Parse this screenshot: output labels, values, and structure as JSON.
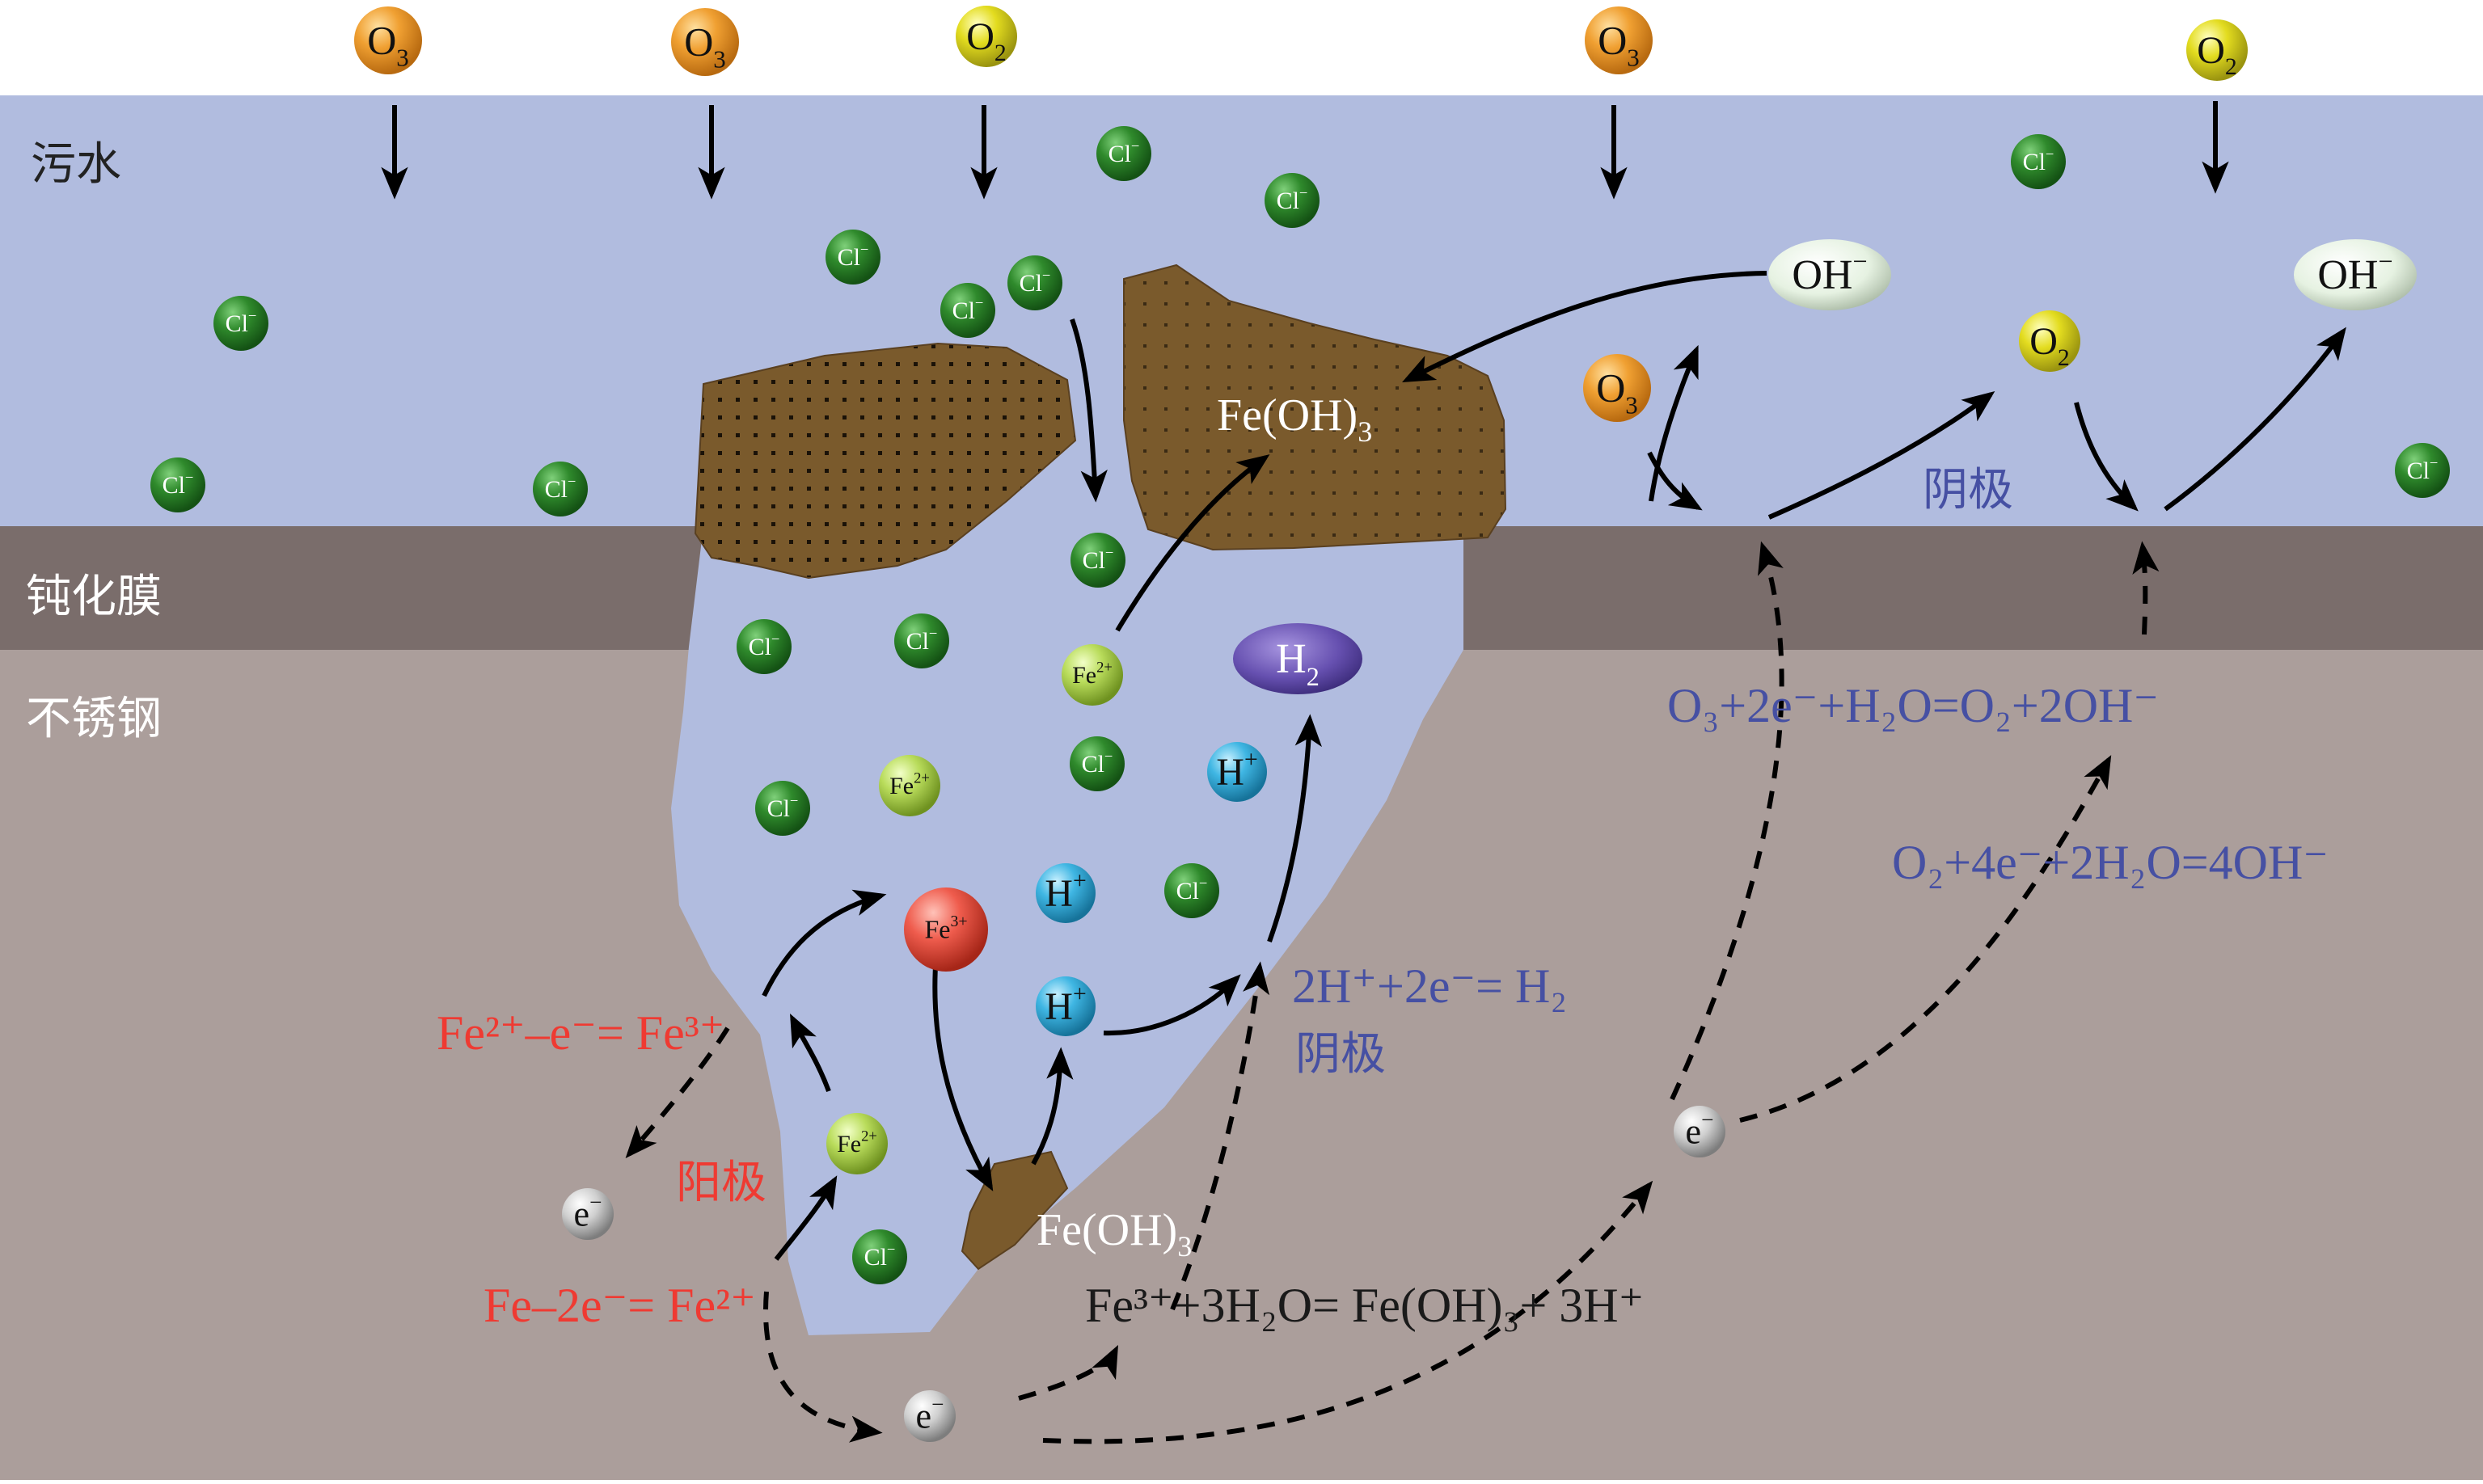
{
  "layers": {
    "water_label": "污水",
    "film_label": "钝化膜",
    "steel_label": "不锈钢"
  },
  "species": {
    "o3": "O",
    "o3_sub": "3",
    "o2": "O",
    "o2_sub": "2",
    "cl": "Cl",
    "cl_sup": "−",
    "oh": "OH",
    "oh_sup": "−",
    "fe2": "Fe",
    "fe2_sup": "2+",
    "fe3": "Fe",
    "fe3_sup": "3+",
    "h": "H",
    "h_sup": "+",
    "h2": "H",
    "h2_sub": "2",
    "e": "e",
    "e_sup": "−"
  },
  "labels": {
    "feoh3_main": "Fe(OH)",
    "feoh3_small": "Fe(OH)",
    "feoh3_sub": "3",
    "cathode_top": "阴极",
    "cathode_pit": "阴极",
    "anode": "阳极"
  },
  "equations": {
    "ozone_red": "O₃+2e⁻+H₂O=O₂+2OH⁻",
    "oxygen_red": "O₂+4e⁻+2H₂O=4OH⁻",
    "h_red": "2H⁺+2e⁻= H₂",
    "fe2_ox": "Fe²⁺–e⁻= Fe³⁺",
    "fe_ox": "Fe–2e⁻= Fe²⁺",
    "hydrolysis": "Fe³⁺+3H₂O= Fe(OH)₃+ 3H⁺"
  },
  "colors": {
    "water": "#b1bcdf",
    "film": "#7a6d6b",
    "steel": "#ab9e9b",
    "product": "#7a5a2c",
    "o3": "#f0a032",
    "o2": "#e3dc1f",
    "cl": "#2f8a2c",
    "oh": "#e6f2e2",
    "fe2": "#b9dc5b",
    "fe3": "#ef5c4d",
    "h": "#3fb6e3",
    "h2": "#6650b0",
    "electron": "#cfcfcf",
    "eq_blue": "#4650a3",
    "eq_red": "#ef3a32"
  }
}
